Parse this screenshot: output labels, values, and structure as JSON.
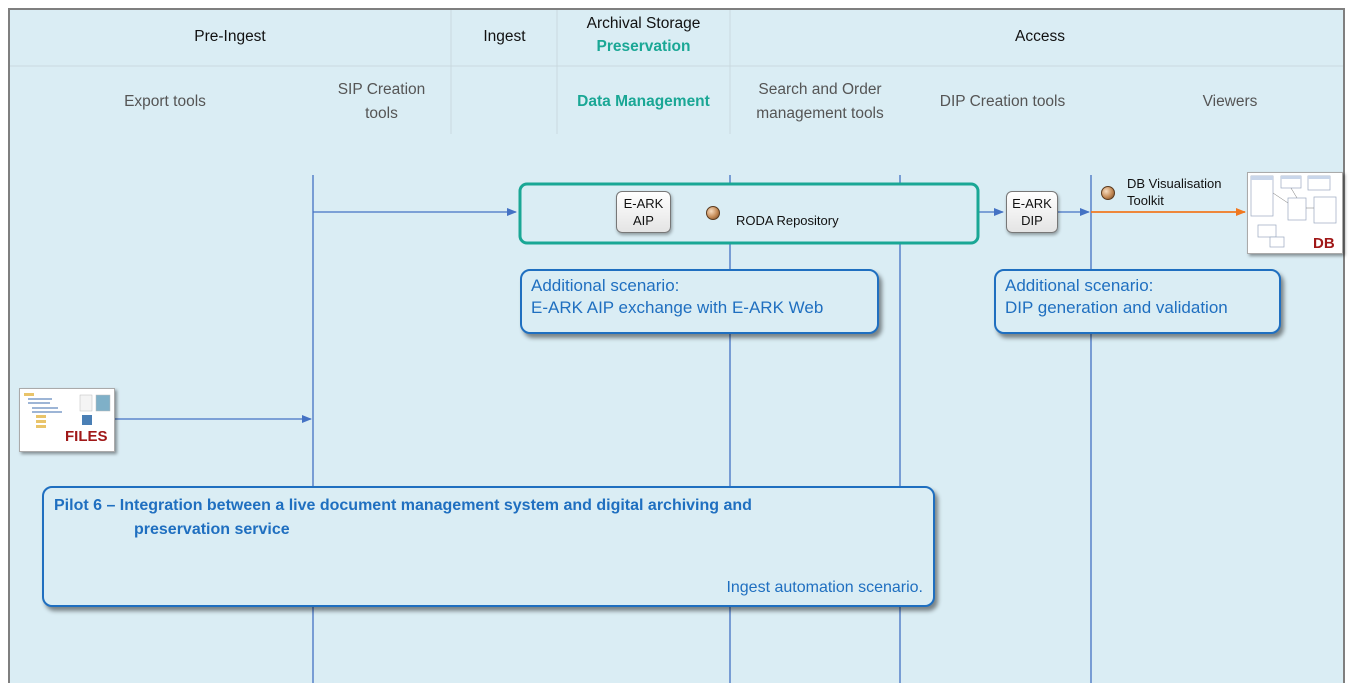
{
  "header": {
    "pre_ingest": "Pre-Ingest",
    "ingest": "Ingest",
    "archival_storage": "Archival Storage",
    "preservation": "Preservation",
    "access": "Access"
  },
  "subheader": {
    "export_tools": "Export tools",
    "sip_creation_tools_1": "SIP Creation",
    "sip_creation_tools_2": "tools",
    "data_management": "Data Management",
    "search_order_1": "Search and Order",
    "search_order_2": "management tools",
    "dip_creation_tools": "DIP Creation tools",
    "viewers": "Viewers"
  },
  "nodes": {
    "aip_line1": "E-ARK",
    "aip_line2": "AIP",
    "roda": "RODA Repository",
    "dip_line1": "E-ARK",
    "dip_line2": "DIP",
    "dbvis_line1": "DB Visualisation",
    "dbvis_line2": "Toolkit",
    "db_tag": "DB",
    "files_tag": "FILES"
  },
  "scenarios": {
    "aip_line1": "Additional scenario:",
    "aip_line2": "E-ARK AIP exchange with E-ARK Web",
    "dip_line1": "Additional scenario:",
    "dip_line2": "DIP generation and validation"
  },
  "pilot": {
    "title_line1": "Pilot 6 – Integration between a live document management system and digital archiving and",
    "title_line2": "preservation service",
    "footer": "Ingest automation scenario."
  },
  "colors": {
    "background": "#daedf4",
    "teal": "#1aa795",
    "blue": "#1f6fc0",
    "arrow_blue": "#4472c4",
    "arrow_orange": "#f07820",
    "tag_red": "#a01818"
  }
}
